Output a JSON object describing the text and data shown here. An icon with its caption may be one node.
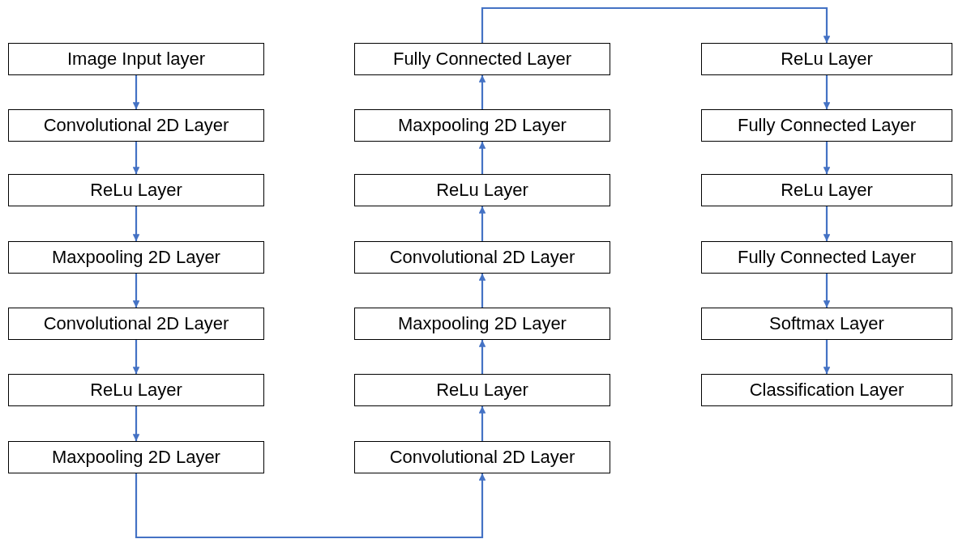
{
  "diagram": {
    "nodes": [
      {
        "text": [
          "Image Input layer"
        ]
      },
      {
        "text": [
          "Convolutional 2D Layer"
        ]
      },
      {
        "text": [
          "ReLu Layer"
        ]
      },
      {
        "text": [
          "Maxpooling 2D Layer"
        ]
      },
      {
        "text": [
          "Convolutional 2D Layer"
        ]
      },
      {
        "text": [
          "ReLu Layer"
        ]
      },
      {
        "text": [
          "Maxpooling 2D Layer"
        ]
      },
      {
        "text": [
          "Fully Connected Layer"
        ]
      },
      {
        "text": [
          "Maxpooling 2D Layer"
        ]
      },
      {
        "text": [
          "ReLu Layer"
        ]
      },
      {
        "text": [
          "Convolutional 2D Layer"
        ]
      },
      {
        "text": [
          "Maxpooling 2D Layer"
        ]
      },
      {
        "text": [
          "ReLu Layer"
        ]
      },
      {
        "text": [
          "Convolutional 2D Layer"
        ]
      },
      {
        "text": [
          "ReLu Layer"
        ]
      },
      {
        "text": [
          "Fully Connected Layer"
        ]
      },
      {
        "text": [
          "ReLu Layer"
        ]
      },
      {
        "text": [
          "Fully Connected Layer"
        ]
      },
      {
        "text": [
          "Softmax Layer"
        ]
      },
      {
        "text": [
          "Classification Layer"
        ]
      }
    ],
    "edges": [
      {
        "from": 0,
        "to": 1,
        "arrow": "to"
      },
      {
        "from": 1,
        "to": 2,
        "arrow": "to"
      },
      {
        "from": 2,
        "to": 3,
        "arrow": "to"
      },
      {
        "from": 3,
        "to": 4,
        "arrow": "to"
      },
      {
        "from": 4,
        "to": 5,
        "arrow": "to"
      },
      {
        "from": 5,
        "to": 6,
        "arrow": "to"
      },
      {
        "from": 6,
        "to": 13,
        "arrow": "to"
      },
      {
        "from": 13,
        "to": 12,
        "arrow": "to"
      },
      {
        "from": 12,
        "to": 11,
        "arrow": "to"
      },
      {
        "from": 11,
        "to": 10,
        "arrow": "to"
      },
      {
        "from": 10,
        "to": 9,
        "arrow": "to"
      },
      {
        "from": 9,
        "to": 8,
        "arrow": "to"
      },
      {
        "from": 8,
        "to": 7,
        "arrow": "to"
      },
      {
        "from": 7,
        "to": 14,
        "arrow": "to"
      },
      {
        "from": 14,
        "to": 15,
        "arrow": "to"
      },
      {
        "from": 15,
        "to": 16,
        "arrow": "to"
      },
      {
        "from": 16,
        "to": 17,
        "arrow": "to"
      },
      {
        "from": 17,
        "to": 18,
        "arrow": "to"
      },
      {
        "from": 18,
        "to": 19,
        "arrow": "to"
      }
    ]
  }
}
